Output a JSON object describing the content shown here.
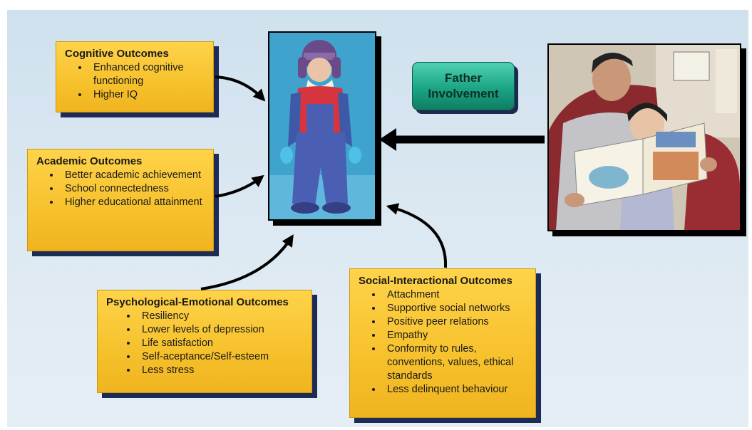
{
  "cognitive": {
    "title": "Cognitive Outcomes",
    "items": [
      "Enhanced cognitive functioning",
      "Higher IQ"
    ]
  },
  "academic": {
    "title": "Academic Outcomes",
    "items": [
      "Better academic achievement",
      "School connectedness",
      "Higher educational attainment"
    ]
  },
  "psychological": {
    "title": "Psychological-Emotional Outcomes",
    "items": [
      "Resiliency",
      "Lower levels of depression",
      "Life satisfaction",
      "Self-aceptance/Self-esteem",
      "Less stress"
    ]
  },
  "social": {
    "title": "Social-Interactional Outcomes",
    "items": [
      "Attachment",
      "Supportive social networks",
      "Positive peer relations",
      "Empathy",
      "Conformity to rules, conventions, values, ethical standards",
      "Less delinquent behaviour"
    ]
  },
  "father_involvement": {
    "line1": "Father",
    "line2": "Involvement"
  },
  "colors": {
    "box_fill": "#f6c12c",
    "box_shadow": "#1f2b57",
    "button_fill": "#1aa585",
    "background": "#dde9f2"
  }
}
